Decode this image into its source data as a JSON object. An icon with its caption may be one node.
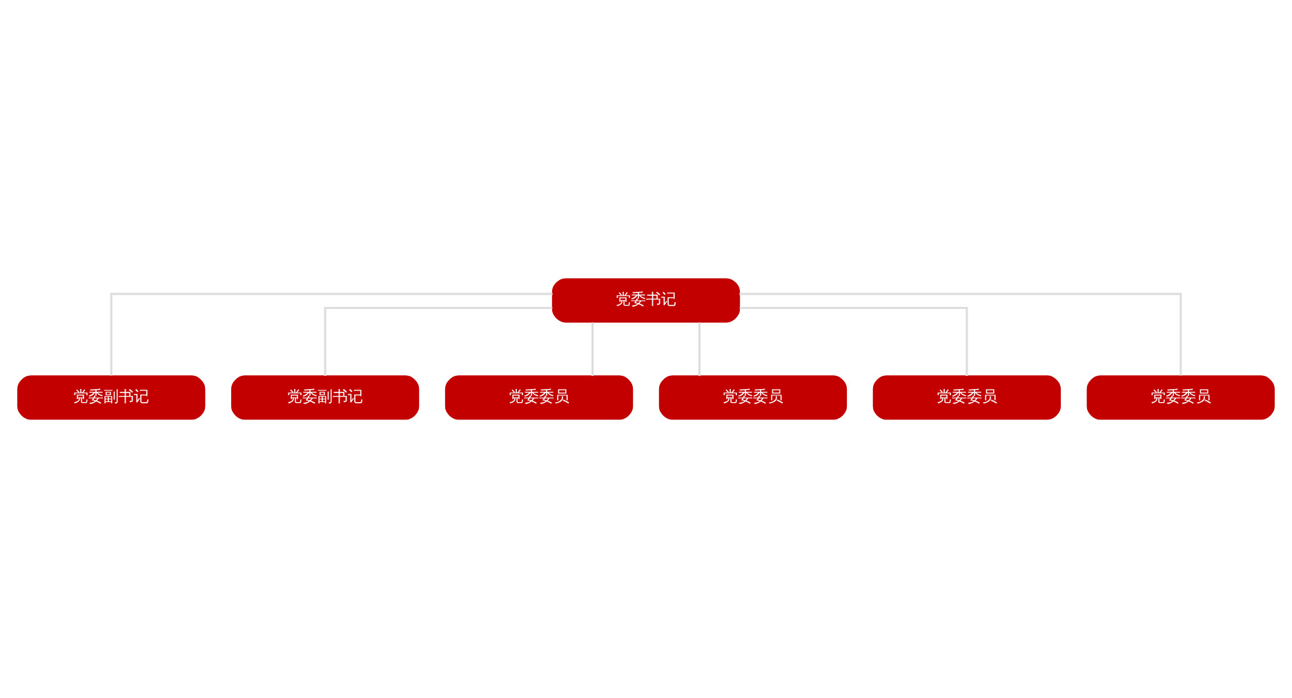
{
  "diagram": {
    "nodes": [
      {
        "text": [
          "党委书记"
        ]
      },
      {
        "text": [
          "党委副书记"
        ]
      },
      {
        "text": [
          "党委副书记"
        ]
      },
      {
        "text": [
          "党委委员"
        ]
      },
      {
        "text": [
          "党委委员"
        ]
      },
      {
        "text": [
          "党委委员"
        ]
      },
      {
        "text": [
          "党委委员"
        ]
      }
    ],
    "edges": [
      {
        "from": 0,
        "to": 1,
        "arrow": "none"
      },
      {
        "from": 0,
        "to": 2,
        "arrow": "none"
      },
      {
        "from": 0,
        "to": 3,
        "arrow": "none"
      },
      {
        "from": 0,
        "to": 4,
        "arrow": "none"
      },
      {
        "from": 0,
        "to": 5,
        "arrow": "none"
      },
      {
        "from": 0,
        "to": 6,
        "arrow": "none"
      }
    ]
  }
}
